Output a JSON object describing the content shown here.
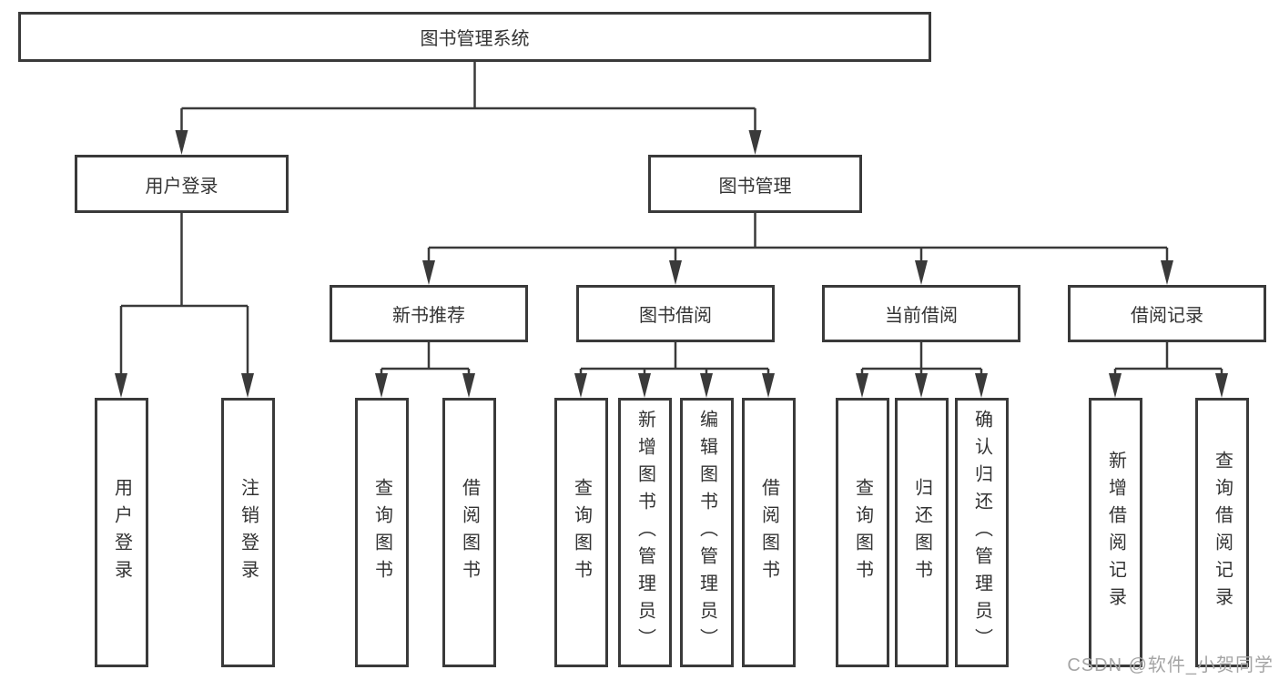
{
  "tree": {
    "root": {
      "label": "图书管理系统"
    },
    "children": [
      {
        "label": "用户登录",
        "children": [
          {
            "label": "用户登录"
          },
          {
            "label": "注销登录"
          }
        ]
      },
      {
        "label": "图书管理",
        "children": [
          {
            "label": "新书推荐",
            "children": [
              {
                "label": "查询图书"
              },
              {
                "label": "借阅图书"
              }
            ]
          },
          {
            "label": "图书借阅",
            "children": [
              {
                "label": "查询图书"
              },
              {
                "label": "新增图书（管理员）"
              },
              {
                "label": "编辑图书（管理员）"
              },
              {
                "label": "借阅图书"
              }
            ]
          },
          {
            "label": "当前借阅",
            "children": [
              {
                "label": "查询图书"
              },
              {
                "label": "归还图书"
              },
              {
                "label": "确认归还（管理员）"
              }
            ]
          },
          {
            "label": "借阅记录",
            "children": [
              {
                "label": "新增借阅记录"
              },
              {
                "label": "查询借阅记录"
              }
            ]
          }
        ]
      }
    ]
  },
  "watermark": {
    "text": "CSDN @软件_小贺同学"
  },
  "colors": {
    "line": "#3a3a3a",
    "box_border": "#3a3a3a",
    "box_bg": "#ffffff",
    "text": "#333333",
    "watermark": "#a5a5a5"
  }
}
